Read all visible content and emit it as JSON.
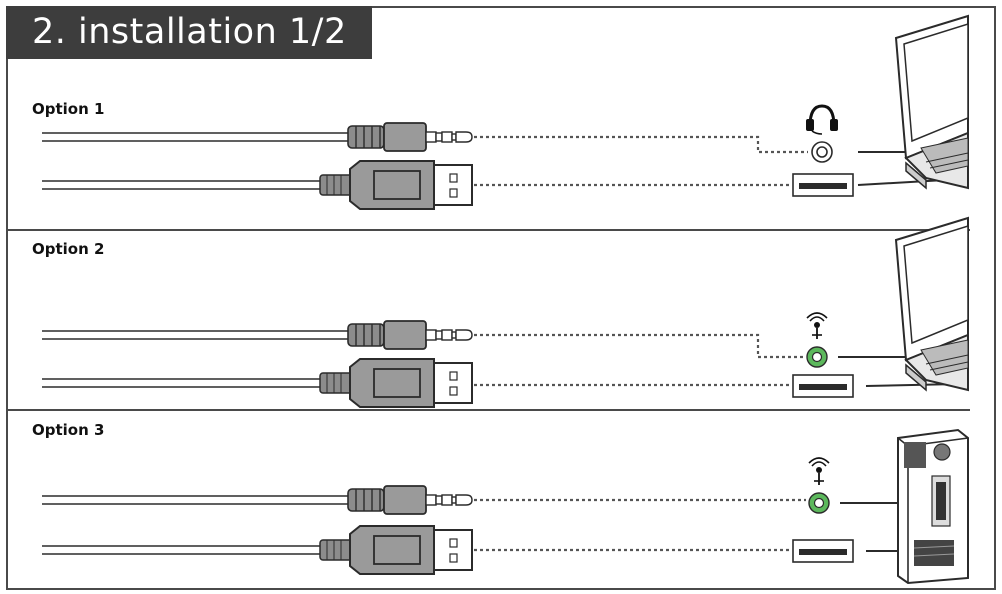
{
  "title": "2. installation 1/2",
  "options": [
    {
      "label": "Option 1",
      "headset_port_icon": "headphone-icon",
      "device": "laptop"
    },
    {
      "label": "Option 2",
      "headset_port_icon": "microphone-icon",
      "device": "laptop"
    },
    {
      "label": "Option 3",
      "headset_port_icon": "microphone-icon",
      "device": "desktop-tower"
    }
  ],
  "colors": {
    "title_bg": "#3d3d3d",
    "mic_port": "#5cb85c",
    "headphone_port": "#ffffff",
    "plug_gray": "#9a9a9a",
    "outline": "#2b2b2b"
  }
}
